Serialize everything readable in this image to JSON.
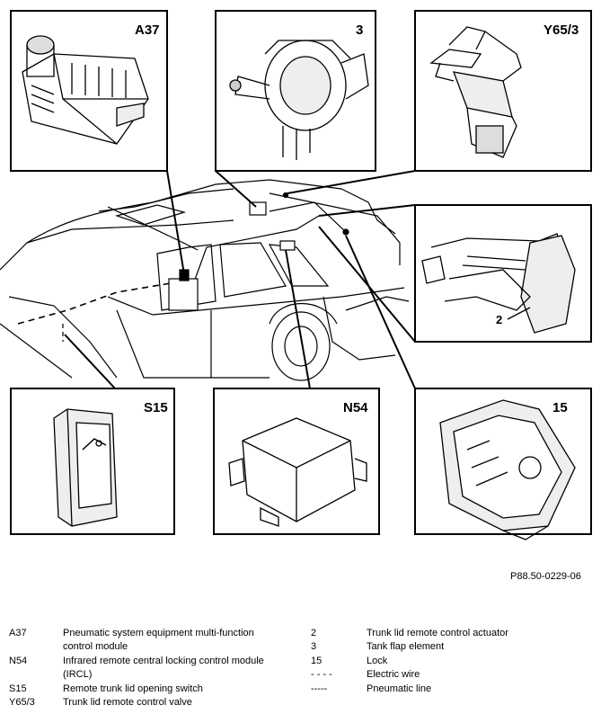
{
  "callouts": {
    "a37": "A37",
    "item3": "3",
    "y65_3": "Y65/3",
    "s15": "S15",
    "n54": "N54",
    "item15": "15",
    "item2": "2"
  },
  "reference": "P88.50-0229-06",
  "legend_left": [
    {
      "code": "A37",
      "lines": [
        "Pneumatic system equipment multi-function",
        "control module"
      ]
    },
    {
      "code": "N54",
      "lines": [
        "Infrared remote central locking control module",
        "(IRCL)"
      ]
    },
    {
      "code": "S15",
      "lines": [
        "Remote trunk lid opening switch"
      ]
    },
    {
      "code": "Y65/3",
      "lines": [
        "Trunk lid remote control valve"
      ]
    }
  ],
  "legend_right": [
    {
      "code": "2",
      "lines": [
        "Trunk lid remote control actuator"
      ]
    },
    {
      "code": "3",
      "lines": [
        "Tank flap element"
      ]
    },
    {
      "code": "15",
      "lines": [
        "Lock"
      ]
    },
    {
      "code": "- - - -",
      "lines": [
        "Electric wire"
      ]
    },
    {
      "code": "-----",
      "lines": [
        "Pneumatic line"
      ]
    }
  ]
}
